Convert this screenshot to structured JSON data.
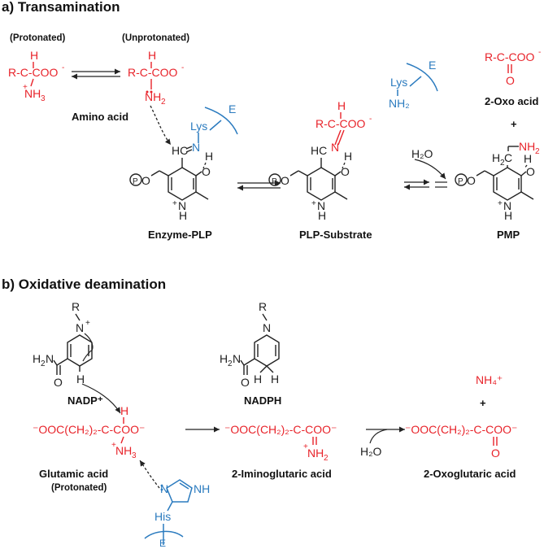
{
  "colors": {
    "substrate_red": "#e8232a",
    "enzyme_blue": "#2b7bbf",
    "ink": "#222222"
  },
  "section_a": {
    "title": "a) Transamination",
    "protonated_label": "(Protonated)",
    "unprotonated_label": "(Unprotonated)",
    "amino_acid_label": "Amino acid",
    "oxo_acid_label": "2-Oxo acid",
    "plus": "+",
    "enzyme_plp_label": "Enzyme-PLP",
    "plp_substrate_label": "PLP-Substrate",
    "pmp_label": "PMP",
    "water": "H₂O",
    "lys": "Lys",
    "enzyme_letter": "E",
    "nh2": "NH₂"
  },
  "section_b": {
    "title": "b) Oxidative deamination",
    "nadp_label": "NADP⁺",
    "nadph_label": "NADPH",
    "glutamic_label": "Glutamic acid",
    "glutamic_sub": "(Protonated)",
    "imino_label": "2-Iminoglutaric acid",
    "oxoglutaric_label": "2-Oxoglutaric acid",
    "nh4": "NH₄⁺",
    "plus": "+",
    "water": "H₂O",
    "his": "His",
    "enzyme_letter": "E",
    "glu_chain": "⁻OOC(CH₂)₂-C-COO⁻",
    "imino_chain": "⁻OOC(CH₂)₂-C-COO⁻",
    "oxo_chain": "⁻OOC(CH₂)₂-C-COO⁻"
  }
}
